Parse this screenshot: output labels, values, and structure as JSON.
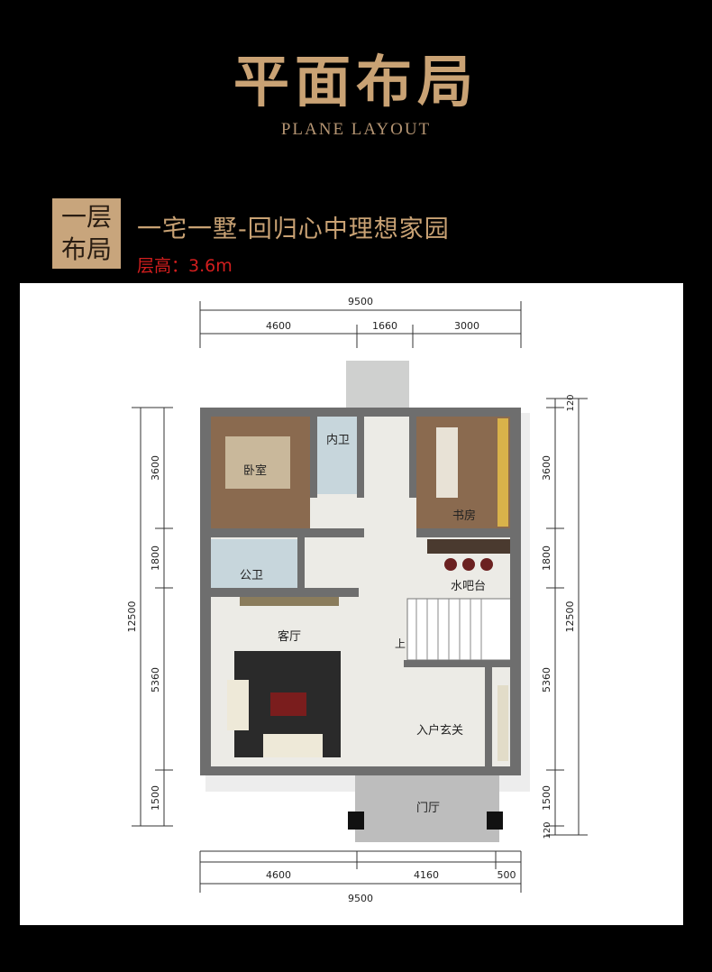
{
  "header": {
    "title": "平面布局",
    "subtitle": "PLANE LAYOUT"
  },
  "floor": {
    "badge_line1": "一层",
    "badge_line2": "布局",
    "project_name": "一宅一墅-回归心中理想家园",
    "height_label": "层高：3.6m"
  },
  "dimensions": {
    "top_total": "9500",
    "top_segments": [
      "4600",
      "1660",
      "3000"
    ],
    "bottom_total": "9500",
    "bottom_segments": [
      "4600",
      "4160",
      "500"
    ],
    "left_total": "12500",
    "left_segments": [
      "3600",
      "1800",
      "5360",
      "1500"
    ],
    "right_total": "12500",
    "right_segments": [
      "120",
      "3600",
      "1800",
      "5360",
      "1500",
      "120"
    ]
  },
  "rooms": {
    "bedroom": "卧室",
    "inner_bath": "内卫",
    "study": "书房",
    "public_bath": "公卫",
    "bar": "水吧台",
    "living": "客厅",
    "stair_up": "上",
    "entry": "入户玄关",
    "porch": "门厅"
  },
  "colors": {
    "gold": "#c9a274",
    "red": "#d21e1e",
    "wall": "#6e6e6e",
    "floor": "#ecebe6",
    "wood": "#8a6a4f"
  }
}
